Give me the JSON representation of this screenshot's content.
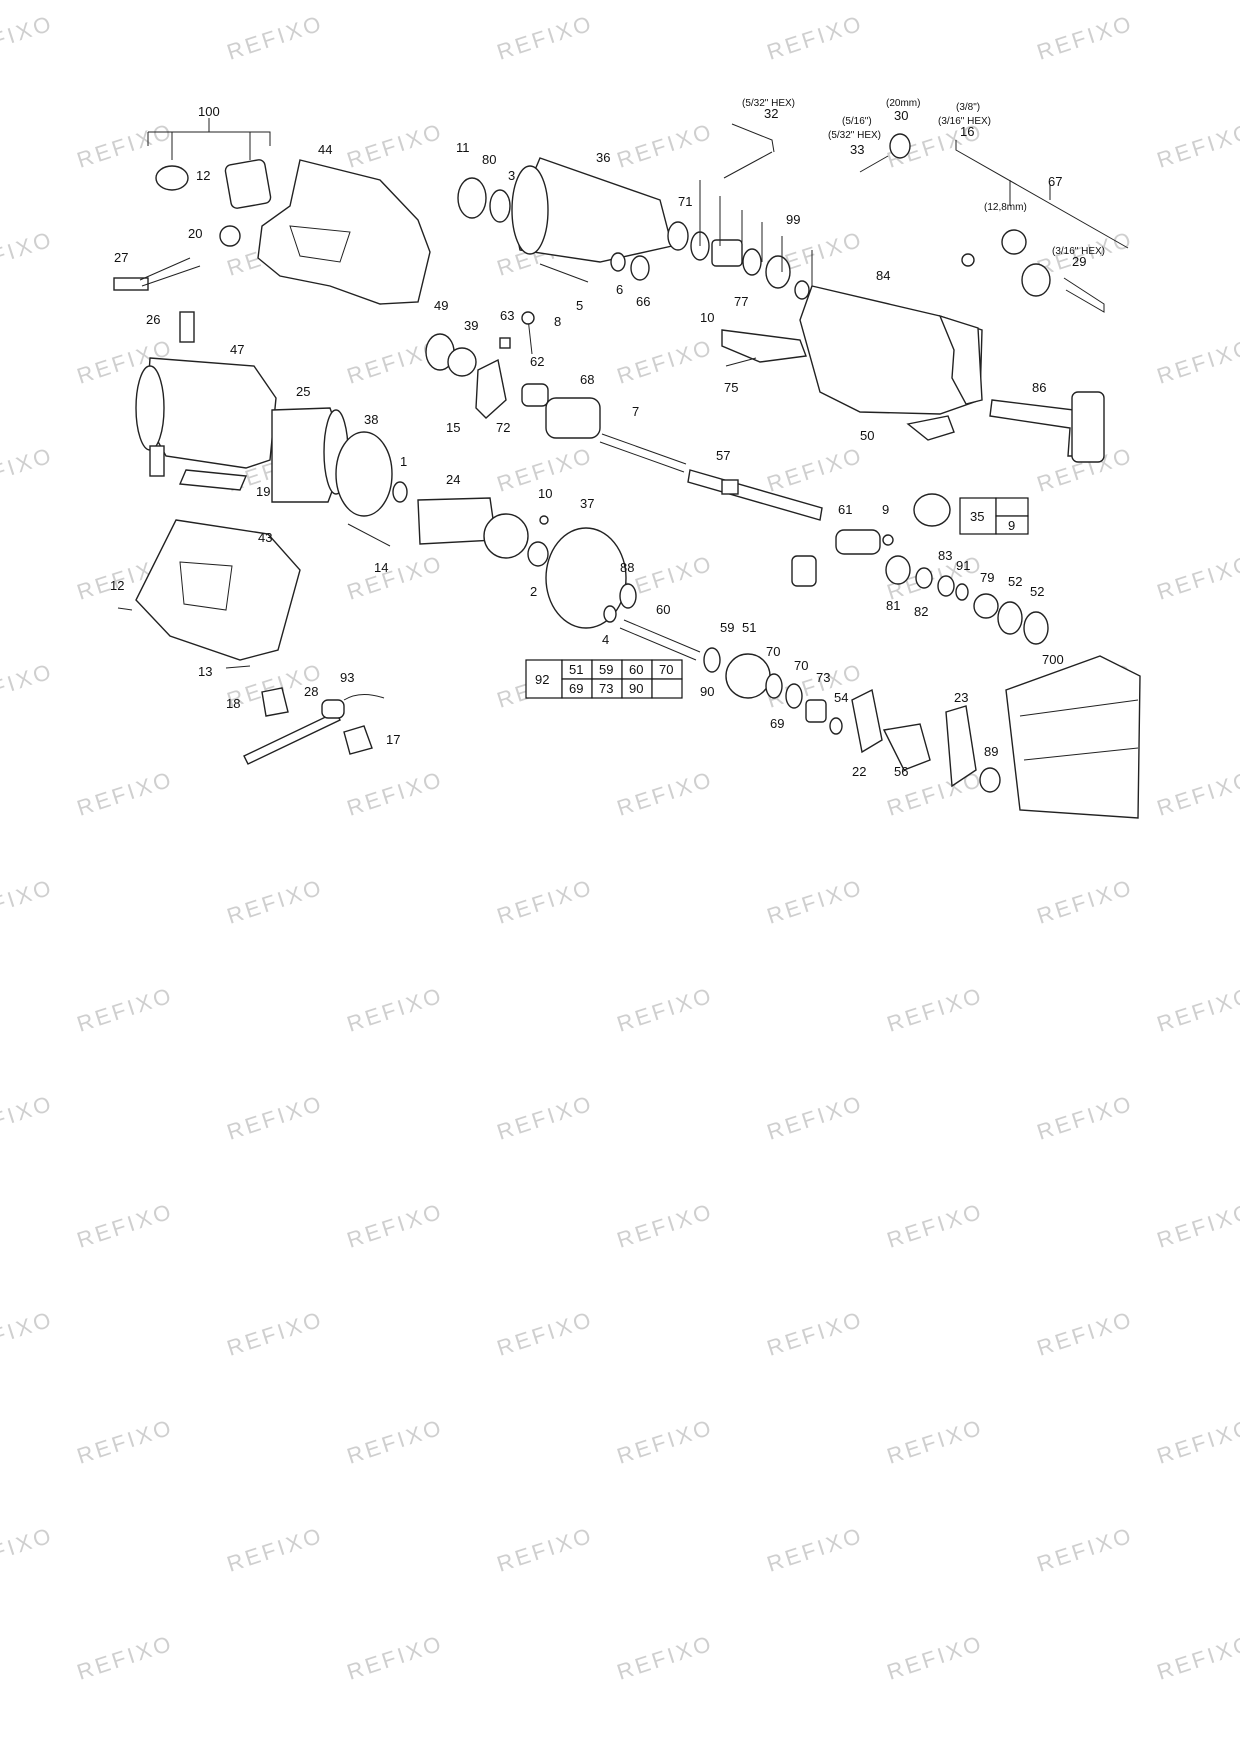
{
  "watermark": "REFIXO",
  "callouts": {
    "c100": "100",
    "c44": "44",
    "c12a": "12",
    "c20": "20",
    "c27": "27",
    "c11": "11",
    "c80": "80",
    "c3": "3",
    "c36": "36",
    "c5": "5",
    "c6": "6",
    "c66": "66",
    "c71": "71",
    "c32": "32",
    "c33": "33",
    "c30": "30",
    "c99": "99",
    "c84": "84",
    "c16": "16",
    "c67": "67",
    "c29": "29",
    "c26": "26",
    "c47": "47",
    "c49": "49",
    "c39": "39",
    "c63": "63",
    "c8": "8",
    "c62": "62",
    "c72": "72",
    "c15": "15",
    "c10a": "10",
    "c77": "77",
    "c75": "75",
    "c68": "68",
    "c7": "7",
    "c86": "86",
    "c50": "50",
    "c25": "25",
    "c38": "38",
    "c19": "19",
    "c1": "1",
    "c24": "24",
    "c10b": "10",
    "c37": "37",
    "c57": "57",
    "c61": "61",
    "c9": "9",
    "c14": "14",
    "c43": "43",
    "c12b": "12",
    "c13": "13",
    "c2": "2",
    "c88": "88",
    "c4": "4",
    "c60": "60",
    "c83": "83",
    "c91": "91",
    "c81": "81",
    "c82": "82",
    "c79": "79",
    "c52a": "52",
    "c52b": "52",
    "c59": "59",
    "c51": "51",
    "c70a": "70",
    "c70b": "70",
    "c90": "90",
    "c69": "69",
    "c73": "73",
    "c54": "54",
    "c23": "23",
    "c22": "22",
    "c56": "56",
    "c89": "89",
    "c700": "700",
    "c18": "18",
    "c28": "28",
    "c93": "93",
    "c17": "17"
  },
  "notes": {
    "n32": "(5/32\" HEX)",
    "n30": "(20mm)",
    "n33a": "(5/16\")",
    "n33b": "(5/32\" HEX)",
    "n16a": "(3/8\")",
    "n16b": "(3/16\" HEX)",
    "n128": "(12,8mm)",
    "n29": "(3/16\" HEX)"
  },
  "table35": {
    "head": "35",
    "top": "",
    "bottom": "9"
  },
  "table92": {
    "head": "92",
    "row1": [
      "51",
      "59",
      "60",
      "70"
    ],
    "row2": [
      "69",
      "73",
      "90",
      ""
    ]
  }
}
